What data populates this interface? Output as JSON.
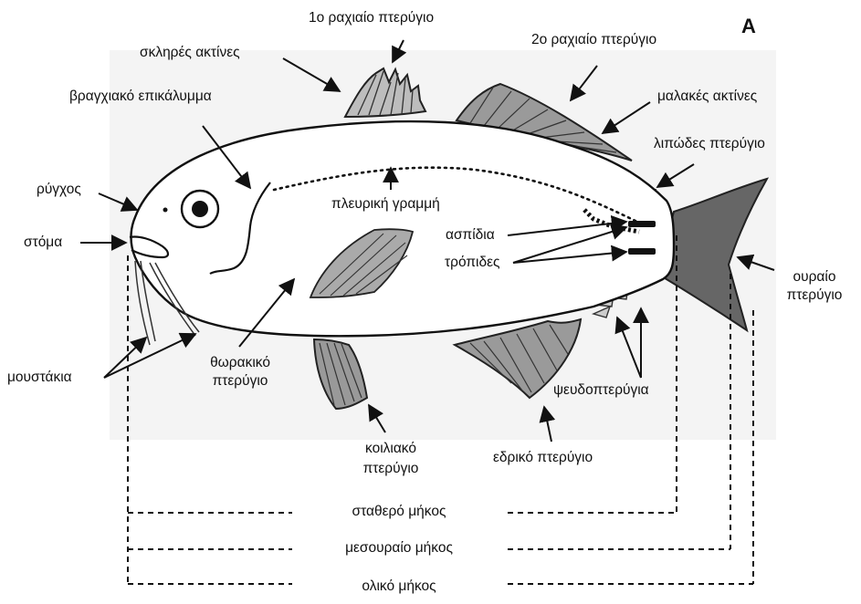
{
  "panel_letter": "A",
  "labels": {
    "first_dorsal": "1ο ραχιαίο πτερύγιο",
    "second_dorsal": "2ο ραχιαίο πτερύγιο",
    "spiny_rays": "σκληρές ακτίνες",
    "soft_rays": "μαλακές ακτίνες",
    "gill_cover": "βραγχιακό επικάλυμμα",
    "adipose_fin": "λιπώδες πτερύγιο",
    "snout": "ρύγχος",
    "lateral_line": "πλευρική γραμμή",
    "mouth": "στόμα",
    "scutes": "ασπίδια",
    "keels": "τρόπιδες",
    "caudal_fin_1": "ουραίο",
    "caudal_fin_2": "πτερύγιο",
    "barbels": "μουστάκια",
    "pectoral_fin_1": "θωρακικό",
    "pectoral_fin_2": "πτερύγιο",
    "finlets": "ψευδοπτερύγια",
    "pelvic_fin_1": "κοιλιακό",
    "pelvic_fin_2": "πτερύγιο",
    "anal_fin": "εδρικό πτερύγιο",
    "standard_length": "σταθερό μήκος",
    "fork_length": "μεσουραίο μήκος",
    "total_length": "ολικό μήκος"
  }
}
